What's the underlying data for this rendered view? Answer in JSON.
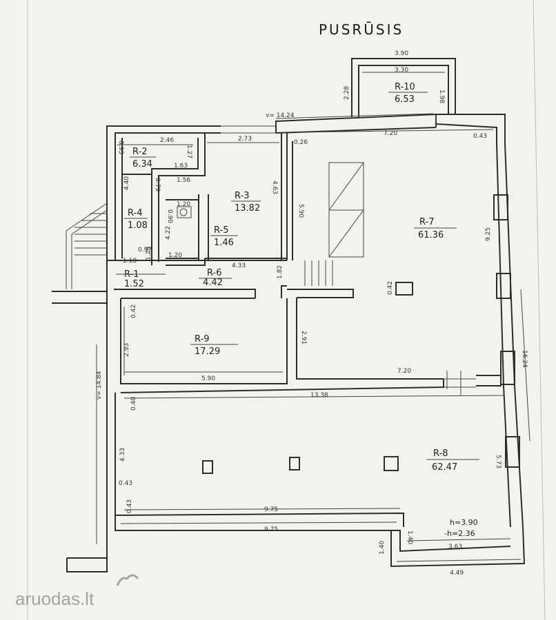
{
  "title": "PUSRŪSIS",
  "rooms": [
    {
      "code": "R-1",
      "area": "1.52"
    },
    {
      "code": "R-2",
      "area": "6.34"
    },
    {
      "code": "R-3",
      "area": "13.82"
    },
    {
      "code": "R-4",
      "area": "1.08"
    },
    {
      "code": "R-5",
      "area": "1.46"
    },
    {
      "code": "R-6",
      "area": "4.42"
    },
    {
      "code": "R-7",
      "area": "61.36"
    },
    {
      "code": "R-8",
      "area": "62.47"
    },
    {
      "code": "R-9",
      "area": "17.29"
    },
    {
      "code": "R-10",
      "area": "6.53"
    }
  ],
  "dimensions": {
    "top_total": "v= 14.24",
    "left_total": "v= 14.84",
    "right_total": "16.24",
    "r10_outer": "3.90",
    "r10_inner": "3.30",
    "r10_left": "2.28",
    "r10_right": "1.98",
    "r7_top": "7.20",
    "r7_right": "9.25",
    "r7_left": "5.90",
    "r7_bottom": "7.20",
    "r7_col": "0.42",
    "corner_043": "0.43",
    "r3_top": "2.73",
    "r3_right": "4.63",
    "r2_top": "2.46",
    "r2_right": "1.27",
    "r2_bottom": "1.63",
    "r2_left": "4.40",
    "r2_corner": "0.93",
    "r3_corner": "0.26",
    "r4_a": "1.56",
    "r4_b": "0.79",
    "r5_top": "1.20",
    "r5_side": "0.90",
    "r5_left": "4.22",
    "r5_bottom": "1.20",
    "r1_a": "0.97",
    "r1_b": "1.18",
    "r1_c": "1.29",
    "r6_len": "4.33",
    "r6_side": "1.82",
    "r9_left": "2.93",
    "r9_bottom": "5.90",
    "r9_right": "2.91",
    "r9_corner": "0.42",
    "r8_top": "13.38",
    "r8_left": "4.33",
    "r8_c1": "0.40",
    "r8_c2": "0.43",
    "r8_c3": "0.43",
    "r8_inner_bottom": "9.75",
    "r8_outer_bottom": "9.75",
    "r8_right": "5.73",
    "r8_step": "1.40",
    "r8_step2": "1.40",
    "r8_ext_inner": "3.63",
    "r8_ext_outer": "4.49"
  },
  "heights": {
    "h": "h=3.90",
    "neg_h": "-h=2.36"
  },
  "watermark": "aruodas.lt"
}
